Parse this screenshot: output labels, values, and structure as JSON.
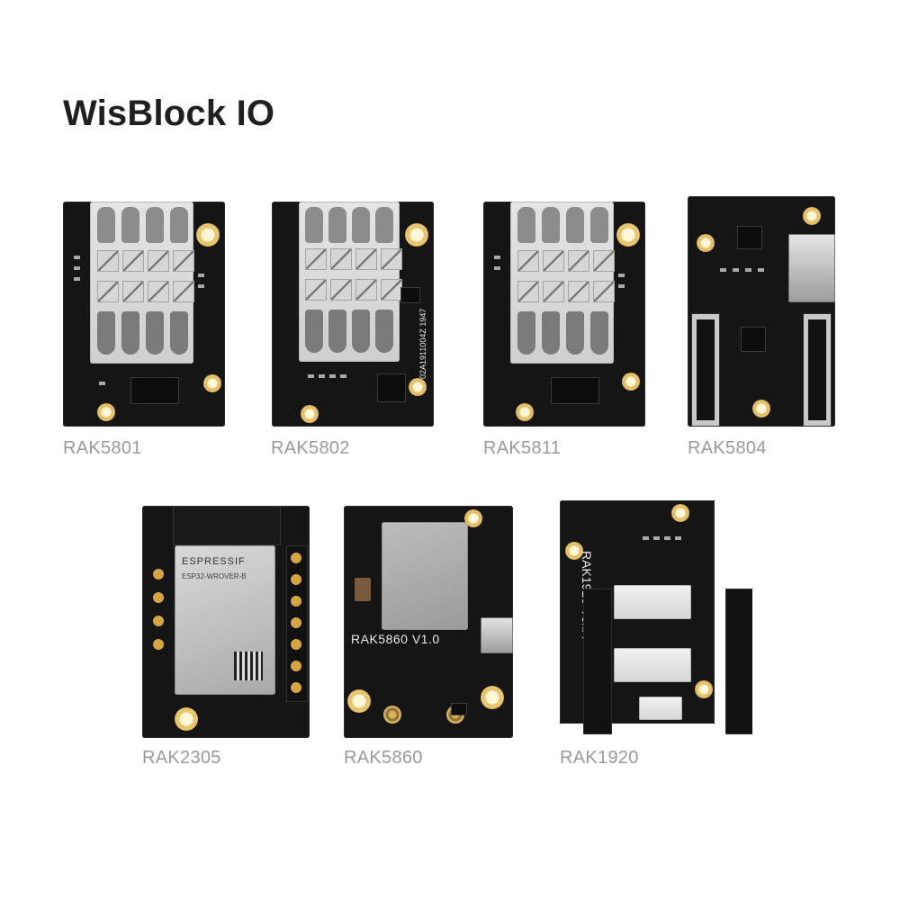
{
  "title": "WisBlock IO",
  "boards": [
    {
      "name": "RAK5801"
    },
    {
      "name": "RAK5802"
    },
    {
      "name": "RAK5811"
    },
    {
      "name": "RAK5804"
    },
    {
      "name": "RAK2305"
    },
    {
      "name": "RAK5860"
    },
    {
      "name": "RAK1920"
    }
  ],
  "silkscreen": {
    "rak2305_brand": "ESPRESSIF",
    "rak2305_module": "ESP32-WROVER-B",
    "rak5860": "RAK5860 V1.0",
    "rak1920": "RAK1920 Ver.A",
    "rak5802_code": "02A1911004Z 1947"
  },
  "colors": {
    "pcb": "#151515",
    "gold_pad": "#d4a640",
    "label_text": "#9a9a9a",
    "title_text": "#1f1f1f"
  }
}
